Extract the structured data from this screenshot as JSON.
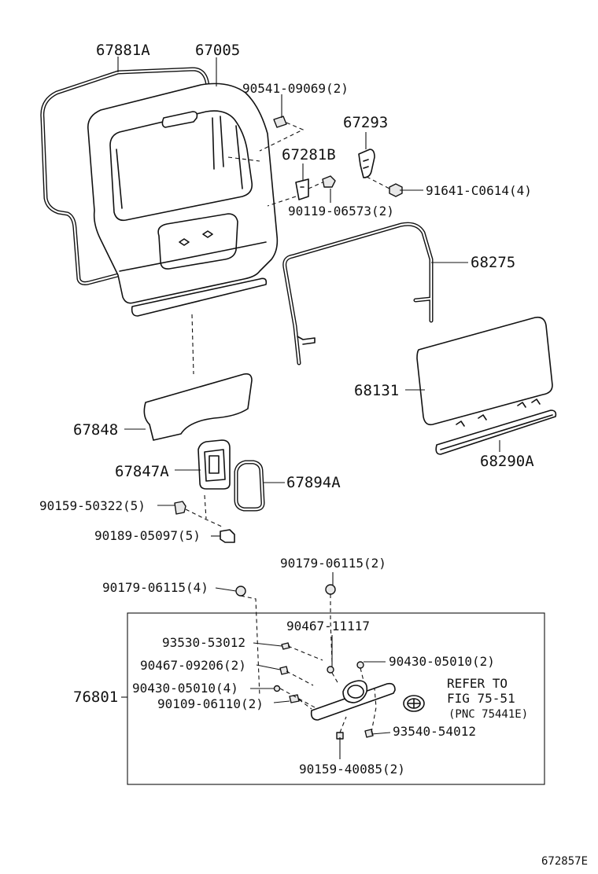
{
  "diagram": {
    "figure_code": "672857E",
    "parts": {
      "p67881A": "67881A",
      "p67005": "67005",
      "p90541": "90541-09069(2)",
      "p67293": "67293",
      "p67281B": "67281B",
      "p91641": "91641-C0614(4)",
      "p90119": "90119-06573(2)",
      "p68275": "68275",
      "p68131": "68131",
      "p67848": "67848",
      "p68290A": "68290A",
      "p67847A": "67847A",
      "p67894A": "67894A",
      "p90159_503": "90159-50322(5)",
      "p90189": "90189-05097(5)",
      "p90179_2": "90179-06115(2)",
      "p90179_4": "90179-06115(4)",
      "p90467_111": "90467-11117",
      "p93530": "93530-53012",
      "p90430_2": "90430-05010(2)",
      "p90467_092": "90467-09206(2)",
      "p90430_4": "90430-05010(4)",
      "p76801": "76801",
      "p90109": "90109-06110(2)",
      "p93540": "93540-54012",
      "p90159_400": "90159-40085(2)"
    },
    "refer": {
      "line1": "REFER TO",
      "line2": "FIG 75-51",
      "line3": "(PNC 75441E)"
    }
  }
}
